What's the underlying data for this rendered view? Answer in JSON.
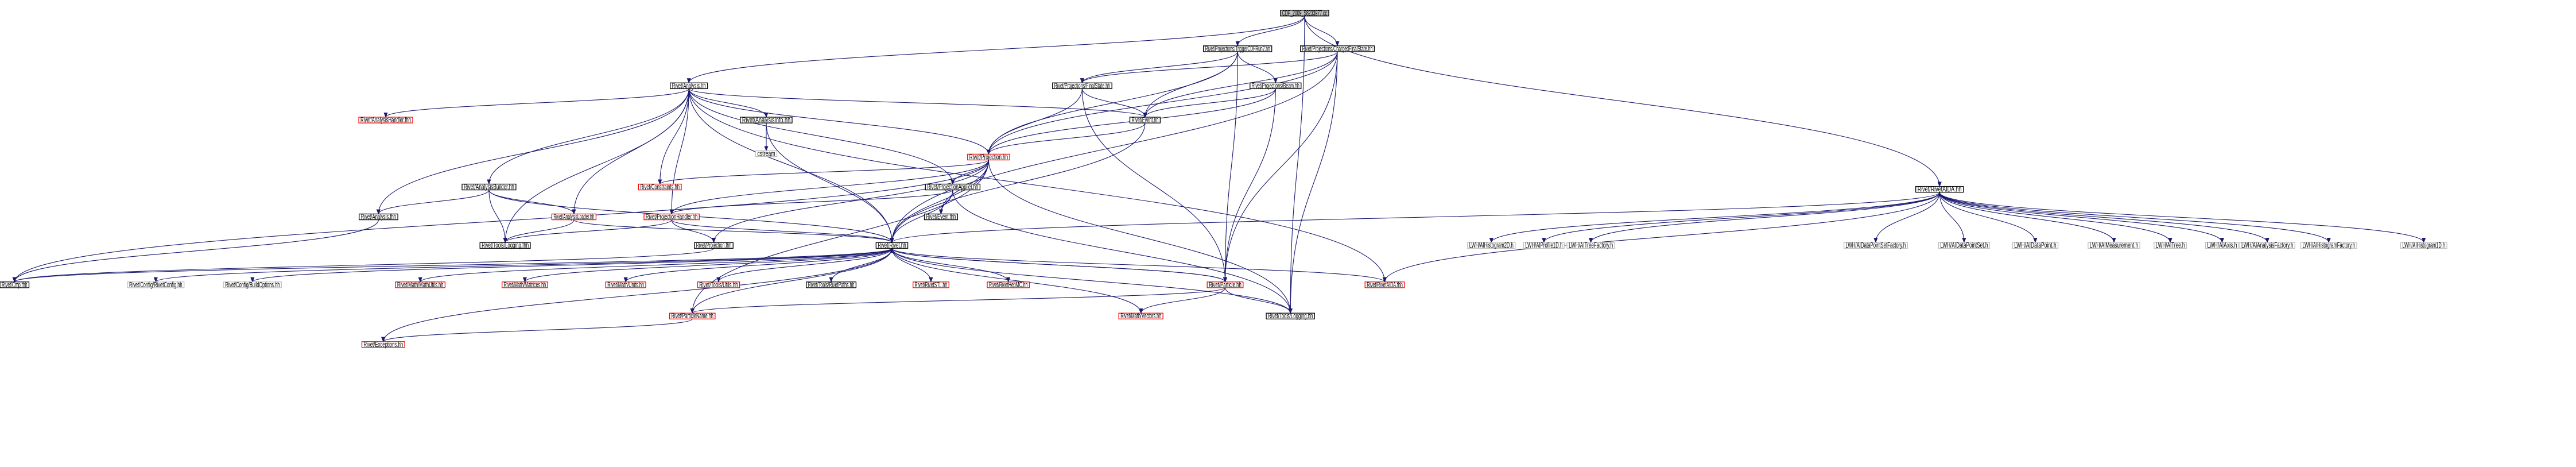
{
  "colors": {
    "edge": "#191970",
    "border_normal": "#000000",
    "border_incomplete": "#ff0000",
    "border_external": "#bfbfbf",
    "root_fill": "#bfbfbf"
  },
  "nodes": {
    "root": {
      "label": "CDF_2009_S8233977.cc",
      "kind": "root"
    },
    "trigger": {
      "label": "Rivet/Projections/TriggerCDFRun2.hh",
      "kind": "normal"
    },
    "charged": {
      "label": "Rivet/Projections/ChargedFinalState.hh",
      "kind": "normal"
    },
    "analysis": {
      "label": "Rivet/Analysis.hh",
      "kind": "normal"
    },
    "finalstate": {
      "label": "Rivet/Projections/FinalState.hh",
      "kind": "normal"
    },
    "beam": {
      "label": "Rivet/Projections/Beam.hh",
      "kind": "normal"
    },
    "ahandlerf": {
      "label": "Rivet/AnalysisHandler.fhh",
      "kind": "incomplete"
    },
    "ainfo": {
      "label": "Rivet/AnalysisInfo.hh",
      "kind": "normal"
    },
    "event": {
      "label": "Rivet/Event.hh",
      "kind": "normal"
    },
    "cstream": {
      "label": "cstream",
      "kind": "external"
    },
    "projection": {
      "label": "Rivet/Projection.hh",
      "kind": "incomplete"
    },
    "abuilder": {
      "label": "Rivet/AnalysisBuilder.hh",
      "kind": "normal"
    },
    "constraints": {
      "label": "Rivet/Constraints.hh",
      "kind": "incomplete"
    },
    "papplier": {
      "label": "Rivet/ProjectionApplier.hh",
      "kind": "normal"
    },
    "rivetaida": {
      "label": "Rivet/RivetAIDA.hh",
      "kind": "normal"
    },
    "afhh": {
      "label": "Rivet/Analysis.fhh",
      "kind": "normal"
    },
    "aloader": {
      "label": "Rivet/AnalysisLoader.hh",
      "kind": "incomplete"
    },
    "phandler": {
      "label": "Rivet/ProjectionHandler.hh",
      "kind": "incomplete"
    },
    "eventfhh": {
      "label": "Rivet/Event.fhh",
      "kind": "normal"
    },
    "toolslogf": {
      "label": "Rivet/Tools/Logging.fhh",
      "kind": "normal"
    },
    "projfhh": {
      "label": "Rivet/Projection.fhh",
      "kind": "normal"
    },
    "rivet": {
      "label": "Rivet/Rivet.hh",
      "kind": "normal"
    },
    "h2d": {
      "label": "LWH/AIHistogram2D.h",
      "kind": "external"
    },
    "p1d": {
      "label": "LWH/AIProfile1D.h",
      "kind": "external"
    },
    "treefac": {
      "label": "LWH/AITreeFactory.h",
      "kind": "external"
    },
    "dpsfac": {
      "label": "LWH/AIDataPointSetFactory.h",
      "kind": "external"
    },
    "dps": {
      "label": "LWH/AIDataPointSet.h",
      "kind": "external"
    },
    "dp": {
      "label": "LWH/AIDataPoint.h",
      "kind": "external"
    },
    "meas": {
      "label": "LWH/AIMeasurement.h",
      "kind": "external"
    },
    "tree": {
      "label": "LWH/AITree.h",
      "kind": "external"
    },
    "axis": {
      "label": "LWH/AIAxis.h",
      "kind": "external"
    },
    "anafac": {
      "label": "LWH/AIAnalysisFactory.h",
      "kind": "external"
    },
    "histfac": {
      "label": "LWH/AIHistogramFactory.h",
      "kind": "external"
    },
    "h1d": {
      "label": "LWH/AIHistogram1D.h",
      "kind": "external"
    },
    "cmp": {
      "label": "Rivet/Cmp.fhh",
      "kind": "normal"
    },
    "rivetconfig": {
      "label": "Rivet/Config/RivetConfig.hh",
      "kind": "external"
    },
    "buildopts": {
      "label": "Rivet/Config/BuildOptions.hh",
      "kind": "external"
    },
    "mathutils": {
      "label": "Rivet/Math/MathUtils.hh",
      "kind": "incomplete"
    },
    "matrices": {
      "label": "Rivet/Math/Matrices.hh",
      "kind": "incomplete"
    },
    "units": {
      "label": "Rivet/Math/Units.hh",
      "kind": "incomplete"
    },
    "utils": {
      "label": "Rivet/Tools/Utils.hh",
      "kind": "incomplete"
    },
    "rivetpaths": {
      "label": "Rivet/Tools/RivetPaths.hh",
      "kind": "normal"
    },
    "rivetstl": {
      "label": "Rivet/RivetSTL.hh",
      "kind": "incomplete"
    },
    "hepmc": {
      "label": "Rivet/RivetHepMC.hh",
      "kind": "incomplete"
    },
    "particle": {
      "label": "Rivet/Particle.hh",
      "kind": "incomplete"
    },
    "aidafhh": {
      "label": "Rivet/RivetAIDA.fhh",
      "kind": "incomplete"
    },
    "vectors": {
      "label": "Rivet/Math/Vectors.hh",
      "kind": "incomplete"
    },
    "logging": {
      "label": "Rivet/Tools/Logging.hh",
      "kind": "normal"
    },
    "pname": {
      "label": "Rivet/ParticleName.hh",
      "kind": "incomplete"
    },
    "exceptions": {
      "label": "Rivet/Exceptions.hh",
      "kind": "incomplete"
    }
  },
  "edges": [
    [
      "root",
      "trigger"
    ],
    [
      "root",
      "charged"
    ],
    [
      "root",
      "analysis"
    ],
    [
      "root",
      "rivetaida"
    ],
    [
      "root",
      "logging"
    ],
    [
      "trigger",
      "finalstate"
    ],
    [
      "trigger",
      "event"
    ],
    [
      "trigger",
      "projection"
    ],
    [
      "trigger",
      "beam"
    ],
    [
      "trigger",
      "particle"
    ],
    [
      "charged",
      "finalstate"
    ],
    [
      "charged",
      "event"
    ],
    [
      "charged",
      "projection"
    ],
    [
      "charged",
      "rivet"
    ],
    [
      "charged",
      "particle"
    ],
    [
      "charged",
      "logging"
    ],
    [
      "analysis",
      "ahandlerf"
    ],
    [
      "analysis",
      "ainfo"
    ],
    [
      "analysis",
      "event"
    ],
    [
      "analysis",
      "projection"
    ],
    [
      "analysis",
      "abuilder"
    ],
    [
      "analysis",
      "constraints"
    ],
    [
      "analysis",
      "papplier"
    ],
    [
      "analysis",
      "afhh"
    ],
    [
      "analysis",
      "aloader"
    ],
    [
      "analysis",
      "phandler"
    ],
    [
      "analysis",
      "toolslogf"
    ],
    [
      "analysis",
      "rivet"
    ],
    [
      "analysis",
      "aidafhh"
    ],
    [
      "finalstate",
      "event"
    ],
    [
      "finalstate",
      "projection"
    ],
    [
      "finalstate",
      "particle"
    ],
    [
      "beam",
      "event"
    ],
    [
      "beam",
      "projection"
    ],
    [
      "beam",
      "particle"
    ],
    [
      "ainfo",
      "cstream"
    ],
    [
      "ainfo",
      "rivet"
    ],
    [
      "event",
      "projection"
    ],
    [
      "event",
      "rivet"
    ],
    [
      "projection",
      "constraints"
    ],
    [
      "projection",
      "papplier"
    ],
    [
      "projection",
      "phandler"
    ],
    [
      "projection",
      "eventfhh"
    ],
    [
      "projection",
      "rivet"
    ],
    [
      "projection",
      "projfhh"
    ],
    [
      "projection",
      "cmp"
    ],
    [
      "projection",
      "logging"
    ],
    [
      "projection",
      "pname"
    ],
    [
      "abuilder",
      "afhh"
    ],
    [
      "abuilder",
      "aloader"
    ],
    [
      "abuilder",
      "toolslogf"
    ],
    [
      "abuilder",
      "rivet"
    ],
    [
      "papplier",
      "phandler"
    ],
    [
      "papplier",
      "eventfhh"
    ],
    [
      "papplier",
      "rivet"
    ],
    [
      "papplier",
      "logging"
    ],
    [
      "afhh",
      "cmp"
    ],
    [
      "aloader",
      "toolslogf"
    ],
    [
      "aloader",
      "rivet"
    ],
    [
      "phandler",
      "projfhh"
    ],
    [
      "phandler",
      "rivet"
    ],
    [
      "phandler",
      "toolslogf"
    ],
    [
      "projfhh",
      "cmp"
    ],
    [
      "rivetaida",
      "rivet"
    ],
    [
      "rivetaida",
      "h2d"
    ],
    [
      "rivetaida",
      "p1d"
    ],
    [
      "rivetaida",
      "treefac"
    ],
    [
      "rivetaida",
      "dpsfac"
    ],
    [
      "rivetaida",
      "dps"
    ],
    [
      "rivetaida",
      "dp"
    ],
    [
      "rivetaida",
      "meas"
    ],
    [
      "rivetaida",
      "tree"
    ],
    [
      "rivetaida",
      "axis"
    ],
    [
      "rivetaida",
      "anafac"
    ],
    [
      "rivetaida",
      "histfac"
    ],
    [
      "rivetaida",
      "h1d"
    ],
    [
      "rivetaida",
      "aidafhh"
    ],
    [
      "rivet",
      "cmp"
    ],
    [
      "rivet",
      "rivetconfig"
    ],
    [
      "rivet",
      "buildopts"
    ],
    [
      "rivet",
      "mathutils"
    ],
    [
      "rivet",
      "matrices"
    ],
    [
      "rivet",
      "units"
    ],
    [
      "rivet",
      "utils"
    ],
    [
      "rivet",
      "rivetpaths"
    ],
    [
      "rivet",
      "rivetstl"
    ],
    [
      "rivet",
      "hepmc"
    ],
    [
      "rivet",
      "particle"
    ],
    [
      "rivet",
      "aidafhh"
    ],
    [
      "rivet",
      "vectors"
    ],
    [
      "rivet",
      "logging"
    ],
    [
      "rivet",
      "pname"
    ],
    [
      "rivet",
      "exceptions"
    ],
    [
      "particle",
      "rivet"
    ],
    [
      "particle",
      "pname"
    ],
    [
      "particle",
      "vectors"
    ],
    [
      "particle",
      "logging"
    ],
    [
      "pname",
      "exceptions"
    ]
  ]
}
